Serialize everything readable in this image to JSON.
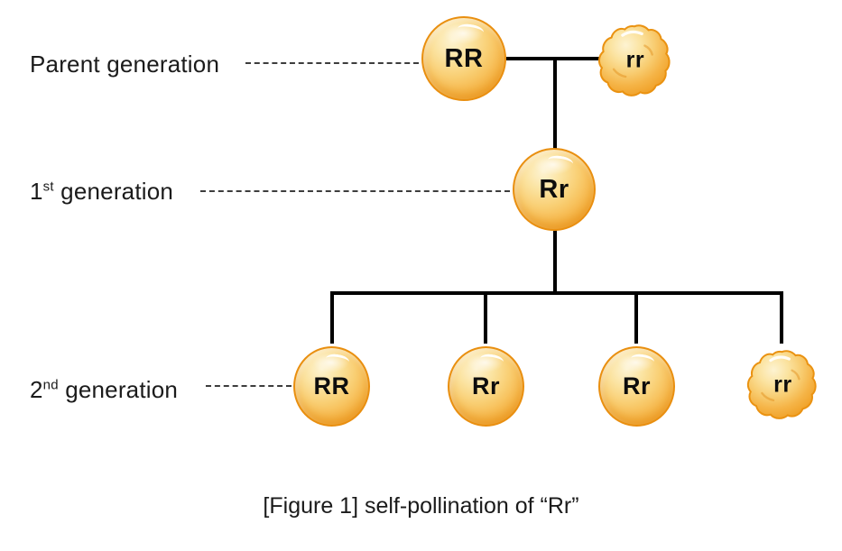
{
  "figure": {
    "caption": "[Figure 1] self-pollination of “Rr”"
  },
  "labels": {
    "parent": "Parent generation",
    "first_num": "1",
    "first_sup": "st",
    "first_rest": " generation",
    "second_num": "2",
    "second_sup": "nd",
    "second_rest": " generation"
  },
  "peas": {
    "parent_round": "RR",
    "parent_wrinkled": "rr",
    "f1": "Rr",
    "f2_1": "RR",
    "f2_2": "Rr",
    "f2_3": "Rr",
    "f2_4": "rr"
  },
  "colors": {
    "pea_rim": "#e98f10",
    "pea_body_light": "#fdf3d2",
    "pea_body_dark": "#f09e22",
    "connector_line": "#000000",
    "leader_line": "#3d3d3d",
    "text": "#1b1b1b"
  }
}
